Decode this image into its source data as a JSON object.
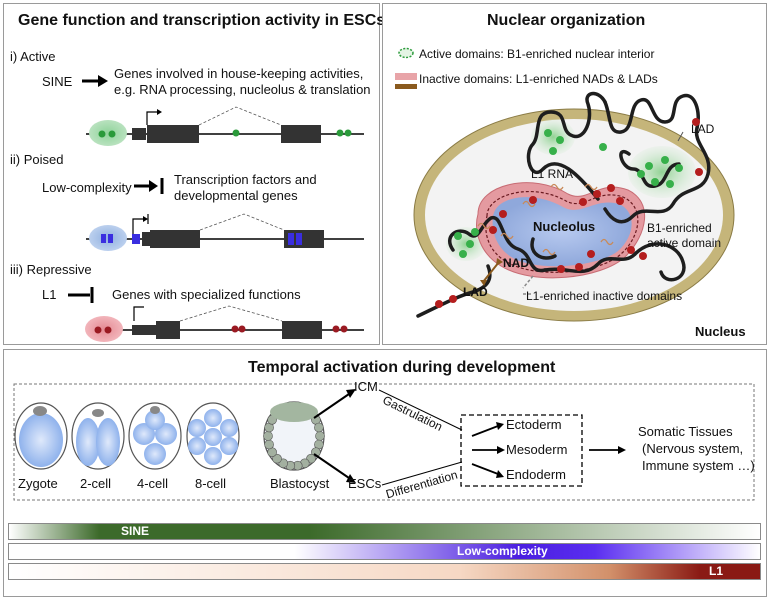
{
  "gene_panel": {
    "title": "Gene function and transcription activity in ESCs",
    "active": {
      "label": "i)   Active",
      "element": "SINE",
      "desc_line1": "Genes involved in house-keeping activities,",
      "desc_line2": "e.g. RNA processing, nucleolus & translation"
    },
    "poised": {
      "label": "ii)  Poised",
      "element": "Low-complexity",
      "desc_line1": "Transcription factors and",
      "desc_line2": "developmental genes"
    },
    "repressive": {
      "label": "iii)  Repressive",
      "element": "L1",
      "desc_line1": "Genes with specialized functions"
    }
  },
  "nuclear_panel": {
    "title": "Nuclear organization",
    "legend_active": "Active domains: B1-enriched nuclear interior",
    "legend_inactive": "Inactive domains: L1-enriched NADs & LADs",
    "labels": {
      "lad_top": "LAD",
      "l1_rna": "L1 RNA",
      "nucleolus": "Nucleolus",
      "b1_line1": "B1-enriched",
      "b1_line2": "active domain",
      "nad": "NAD",
      "lad_bottom": "LAD",
      "l1_inactive": "L1-enriched inactive domains",
      "nucleus": "Nucleus"
    },
    "colors": {
      "active": "#3a9e4a",
      "inactive": "#a32424",
      "envelope": "#c5b57a"
    }
  },
  "temporal_panel": {
    "title": "Temporal activation during development",
    "stages": [
      "Zygote",
      "2-cell",
      "4-cell",
      "8-cell",
      "Blastocyst"
    ],
    "icm": "ICM",
    "escs": "ESCs",
    "gastrulation": "Gastrulation",
    "differentiation": "Differentiation",
    "germ_layers": [
      "Ectoderm",
      "Mesoderm",
      "Endoderm"
    ],
    "somatic_line1": "Somatic Tissues",
    "somatic_line2": "(Nervous system,",
    "somatic_line3": "Immune system …)"
  },
  "bars": {
    "sine": {
      "label": "SINE",
      "color": "#3c6a2a"
    },
    "low_complexity": {
      "label": "Low-complexity",
      "color": "#4a1ee0"
    },
    "l1": {
      "label": "L1",
      "color": "#8a1a14"
    }
  }
}
